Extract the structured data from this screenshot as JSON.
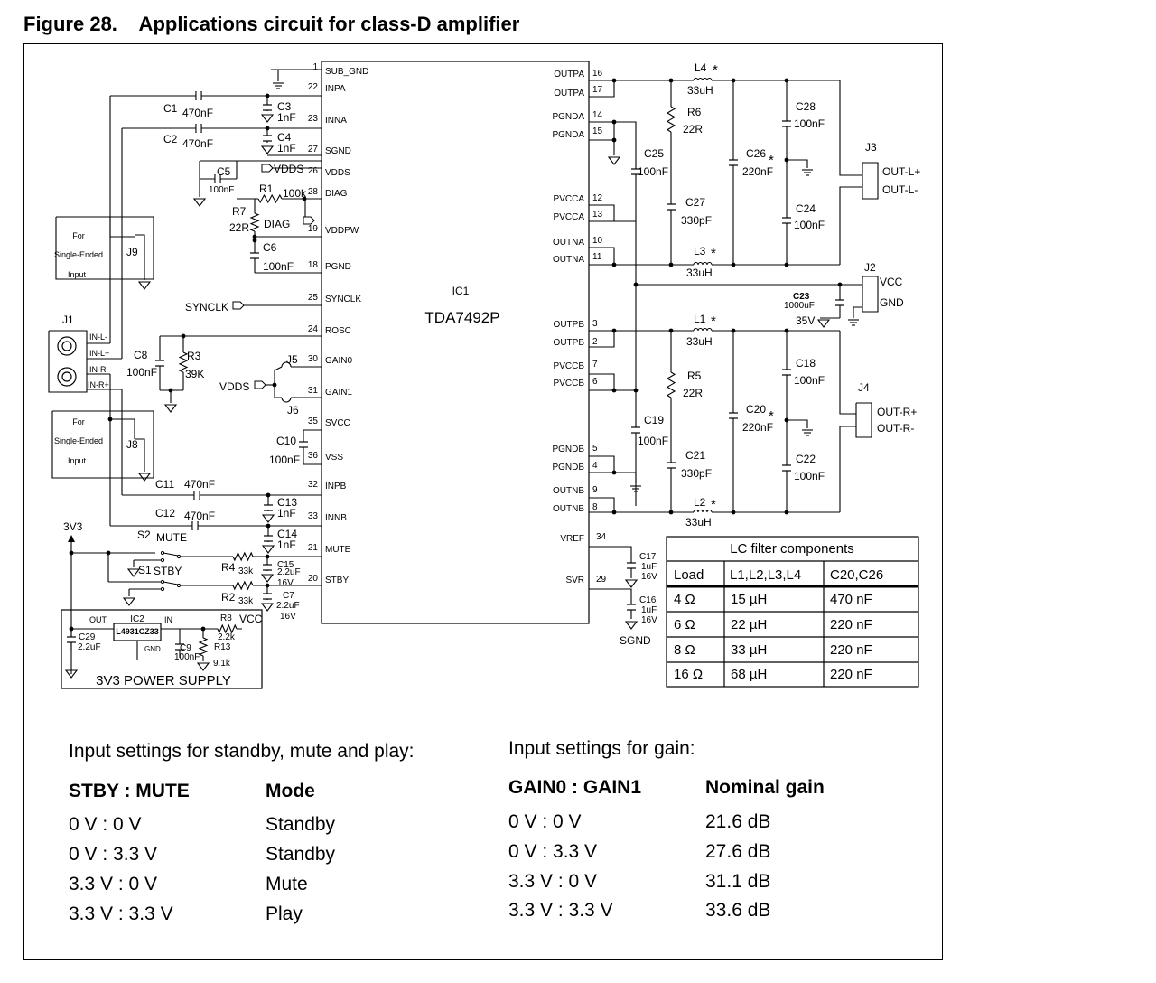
{
  "figure": {
    "title": "Figure 28.    Applications circuit for class-D amplifier"
  },
  "ic": {
    "ref": "IC1",
    "part": "TDA7492P",
    "left_pins": [
      {
        "num": "1",
        "name": "SUB_GND"
      },
      {
        "num": "22",
        "name": "INPA"
      },
      {
        "num": "23",
        "name": "INNA"
      },
      {
        "num": "27",
        "name": "SGND"
      },
      {
        "num": "26",
        "name": "VDDS"
      },
      {
        "num": "28",
        "name": "DIAG"
      },
      {
        "num": "19",
        "name": "VDDPW"
      },
      {
        "num": "18",
        "name": "PGND"
      },
      {
        "num": "25",
        "name": "SYNCLK"
      },
      {
        "num": "24",
        "name": "ROSC"
      },
      {
        "num": "30",
        "name": "GAIN0"
      },
      {
        "num": "31",
        "name": "GAIN1"
      },
      {
        "num": "35",
        "name": "SVCC"
      },
      {
        "num": "36",
        "name": "VSS"
      },
      {
        "num": "32",
        "name": "INPB"
      },
      {
        "num": "33",
        "name": "INNB"
      },
      {
        "num": "21",
        "name": "MUTE"
      },
      {
        "num": "20",
        "name": "STBY"
      }
    ],
    "right_pins": [
      {
        "num": "16",
        "name": "OUTPA"
      },
      {
        "num": "17",
        "name": "OUTPA"
      },
      {
        "num": "14",
        "name": "PGNDA"
      },
      {
        "num": "15",
        "name": "PGNDA"
      },
      {
        "num": "12",
        "name": "PVCCA"
      },
      {
        "num": "13",
        "name": "PVCCA"
      },
      {
        "num": "10",
        "name": "OUTNA"
      },
      {
        "num": "11",
        "name": "OUTNA"
      },
      {
        "num": "3",
        "name": "OUTPB"
      },
      {
        "num": "2",
        "name": "OUTPB"
      },
      {
        "num": "7",
        "name": "PVCCB"
      },
      {
        "num": "6",
        "name": "PVCCB"
      },
      {
        "num": "5",
        "name": "PGNDB"
      },
      {
        "num": "4",
        "name": "PGNDB"
      },
      {
        "num": "9",
        "name": "OUTNB"
      },
      {
        "num": "8",
        "name": "OUTNB"
      },
      {
        "num": "34",
        "name": "VREF"
      },
      {
        "num": "29",
        "name": "SVR"
      }
    ]
  },
  "left_labels": [
    {
      "text": "C1"
    },
    {
      "text": "470nF"
    },
    {
      "text": "C3"
    },
    {
      "text": "1nF"
    },
    {
      "text": "C2"
    },
    {
      "text": "470nF"
    },
    {
      "text": "C4"
    },
    {
      "text": "1nF"
    },
    {
      "text": "C5"
    },
    {
      "text": "VDDS"
    },
    {
      "text": "100nF"
    },
    {
      "text": "R1"
    },
    {
      "text": "100k"
    },
    {
      "text": "R7"
    },
    {
      "text": "22R"
    },
    {
      "text": "DIAG"
    },
    {
      "text": "C6"
    },
    {
      "text": "100nF"
    },
    {
      "text": "For"
    },
    {
      "text": "Single-Ended"
    },
    {
      "text": "Input"
    },
    {
      "text": "J9"
    },
    {
      "text": "SYNCLK"
    },
    {
      "text": "J1"
    },
    {
      "text": "IN-L-"
    },
    {
      "text": "IN-L+"
    },
    {
      "text": "IN-R-"
    },
    {
      "text": "IN-R+"
    },
    {
      "text": "C8"
    },
    {
      "text": "100nF"
    },
    {
      "text": "R3"
    },
    {
      "text": "39K"
    },
    {
      "text": "J5"
    },
    {
      "text": "VDDS"
    },
    {
      "text": "J6"
    },
    {
      "text": "For"
    },
    {
      "text": "Single-Ended"
    },
    {
      "text": "Input"
    },
    {
      "text": "J8"
    },
    {
      "text": "C10"
    },
    {
      "text": "100nF"
    },
    {
      "text": "C11"
    },
    {
      "text": "470nF"
    },
    {
      "text": "C13"
    },
    {
      "text": "1nF"
    },
    {
      "text": "C12"
    },
    {
      "text": "470nF"
    },
    {
      "text": "C14"
    },
    {
      "text": "1nF"
    },
    {
      "text": "3V3"
    },
    {
      "text": "S2"
    },
    {
      "text": "MUTE"
    },
    {
      "text": "S1"
    },
    {
      "text": "STBY"
    },
    {
      "text": "R4"
    },
    {
      "text": "33k"
    },
    {
      "text": "C15"
    },
    {
      "text": "2.2uF"
    },
    {
      "text": "16V"
    },
    {
      "text": "R2"
    },
    {
      "text": "33k"
    },
    {
      "text": "C7"
    },
    {
      "text": "2.2uF"
    },
    {
      "text": "16V"
    }
  ],
  "psu_labels": [
    {
      "text": "OUT"
    },
    {
      "text": "IC2"
    },
    {
      "text": "IN"
    },
    {
      "text": "L4931CZ33"
    },
    {
      "text": "GND"
    },
    {
      "text": "C29"
    },
    {
      "text": "2.2uF"
    },
    {
      "text": "C9"
    },
    {
      "text": "100nF"
    },
    {
      "text": "R8"
    },
    {
      "text": "VCC"
    },
    {
      "text": "2.2k"
    },
    {
      "text": "R13"
    },
    {
      "text": "9.1k"
    },
    {
      "text": "3V3 POWER SUPPLY"
    }
  ],
  "right_labels": [
    {
      "text": "L4"
    },
    {
      "text": "*"
    },
    {
      "text": "33uH"
    },
    {
      "text": "R6"
    },
    {
      "text": "22R"
    },
    {
      "text": "C25"
    },
    {
      "text": "100nF"
    },
    {
      "text": "C27"
    },
    {
      "text": "330pF"
    },
    {
      "text": "L3"
    },
    {
      "text": "*"
    },
    {
      "text": "33uH"
    },
    {
      "text": "C26"
    },
    {
      "text": "*"
    },
    {
      "text": "220nF"
    },
    {
      "text": "C28"
    },
    {
      "text": "100nF"
    },
    {
      "text": "C24"
    },
    {
      "text": "100nF"
    },
    {
      "text": "J3"
    },
    {
      "text": "OUT-L+"
    },
    {
      "text": "OUT-L-"
    },
    {
      "text": "J2"
    },
    {
      "text": "VCC"
    },
    {
      "text": "GND"
    },
    {
      "text": "C23"
    },
    {
      "text": "1000uF"
    },
    {
      "text": "35V"
    },
    {
      "text": "L1"
    },
    {
      "text": "*"
    },
    {
      "text": "33uH"
    },
    {
      "text": "R5"
    },
    {
      "text": "22R"
    },
    {
      "text": "C19"
    },
    {
      "text": "100nF"
    },
    {
      "text": "C21"
    },
    {
      "text": "330pF"
    },
    {
      "text": "L2"
    },
    {
      "text": "*"
    },
    {
      "text": "33uH"
    },
    {
      "text": "C20"
    },
    {
      "text": "*"
    },
    {
      "text": "220nF"
    },
    {
      "text": "C18"
    },
    {
      "text": "100nF"
    },
    {
      "text": "C22"
    },
    {
      "text": "100nF"
    },
    {
      "text": "J4"
    },
    {
      "text": "OUT-R+"
    },
    {
      "text": "OUT-R-"
    },
    {
      "text": "C17"
    },
    {
      "text": "1uF"
    },
    {
      "text": "16V"
    },
    {
      "text": "C16"
    },
    {
      "text": "1uF"
    },
    {
      "text": "16V"
    },
    {
      "text": "SGND"
    }
  ],
  "lc_table": {
    "title": "LC filter components",
    "headers": [
      "Load",
      "L1,L2,L3,L4",
      "C20,C26"
    ],
    "rows": [
      [
        "4 Ω",
        "15 µH",
        "470 nF"
      ],
      [
        "6 Ω",
        "22 µH",
        "220 nF"
      ],
      [
        "8 Ω",
        "33 µH",
        "220 nF"
      ],
      [
        "16 Ω",
        "68 µH",
        "220 nF"
      ]
    ]
  },
  "standby_table": {
    "caption": "Input settings for standby, mute and play:",
    "headers": [
      "STBY : MUTE",
      "Mode"
    ],
    "rows": [
      [
        "0 V : 0 V",
        "Standby"
      ],
      [
        "0 V : 3.3 V",
        "Standby"
      ],
      [
        "3.3 V : 0 V",
        "Mute"
      ],
      [
        "3.3 V : 3.3 V",
        "Play"
      ]
    ]
  },
  "gain_table": {
    "caption": "Input settings for gain:",
    "headers": [
      "GAIN0 : GAIN1",
      "Nominal gain"
    ],
    "rows": [
      [
        "0 V : 0 V",
        "21.6 dB"
      ],
      [
        "0 V : 3.3 V",
        "27.6 dB"
      ],
      [
        "3.3 V : 0 V",
        "31.1 dB"
      ],
      [
        "3.3 V : 3.3 V",
        "33.6 dB"
      ]
    ]
  }
}
